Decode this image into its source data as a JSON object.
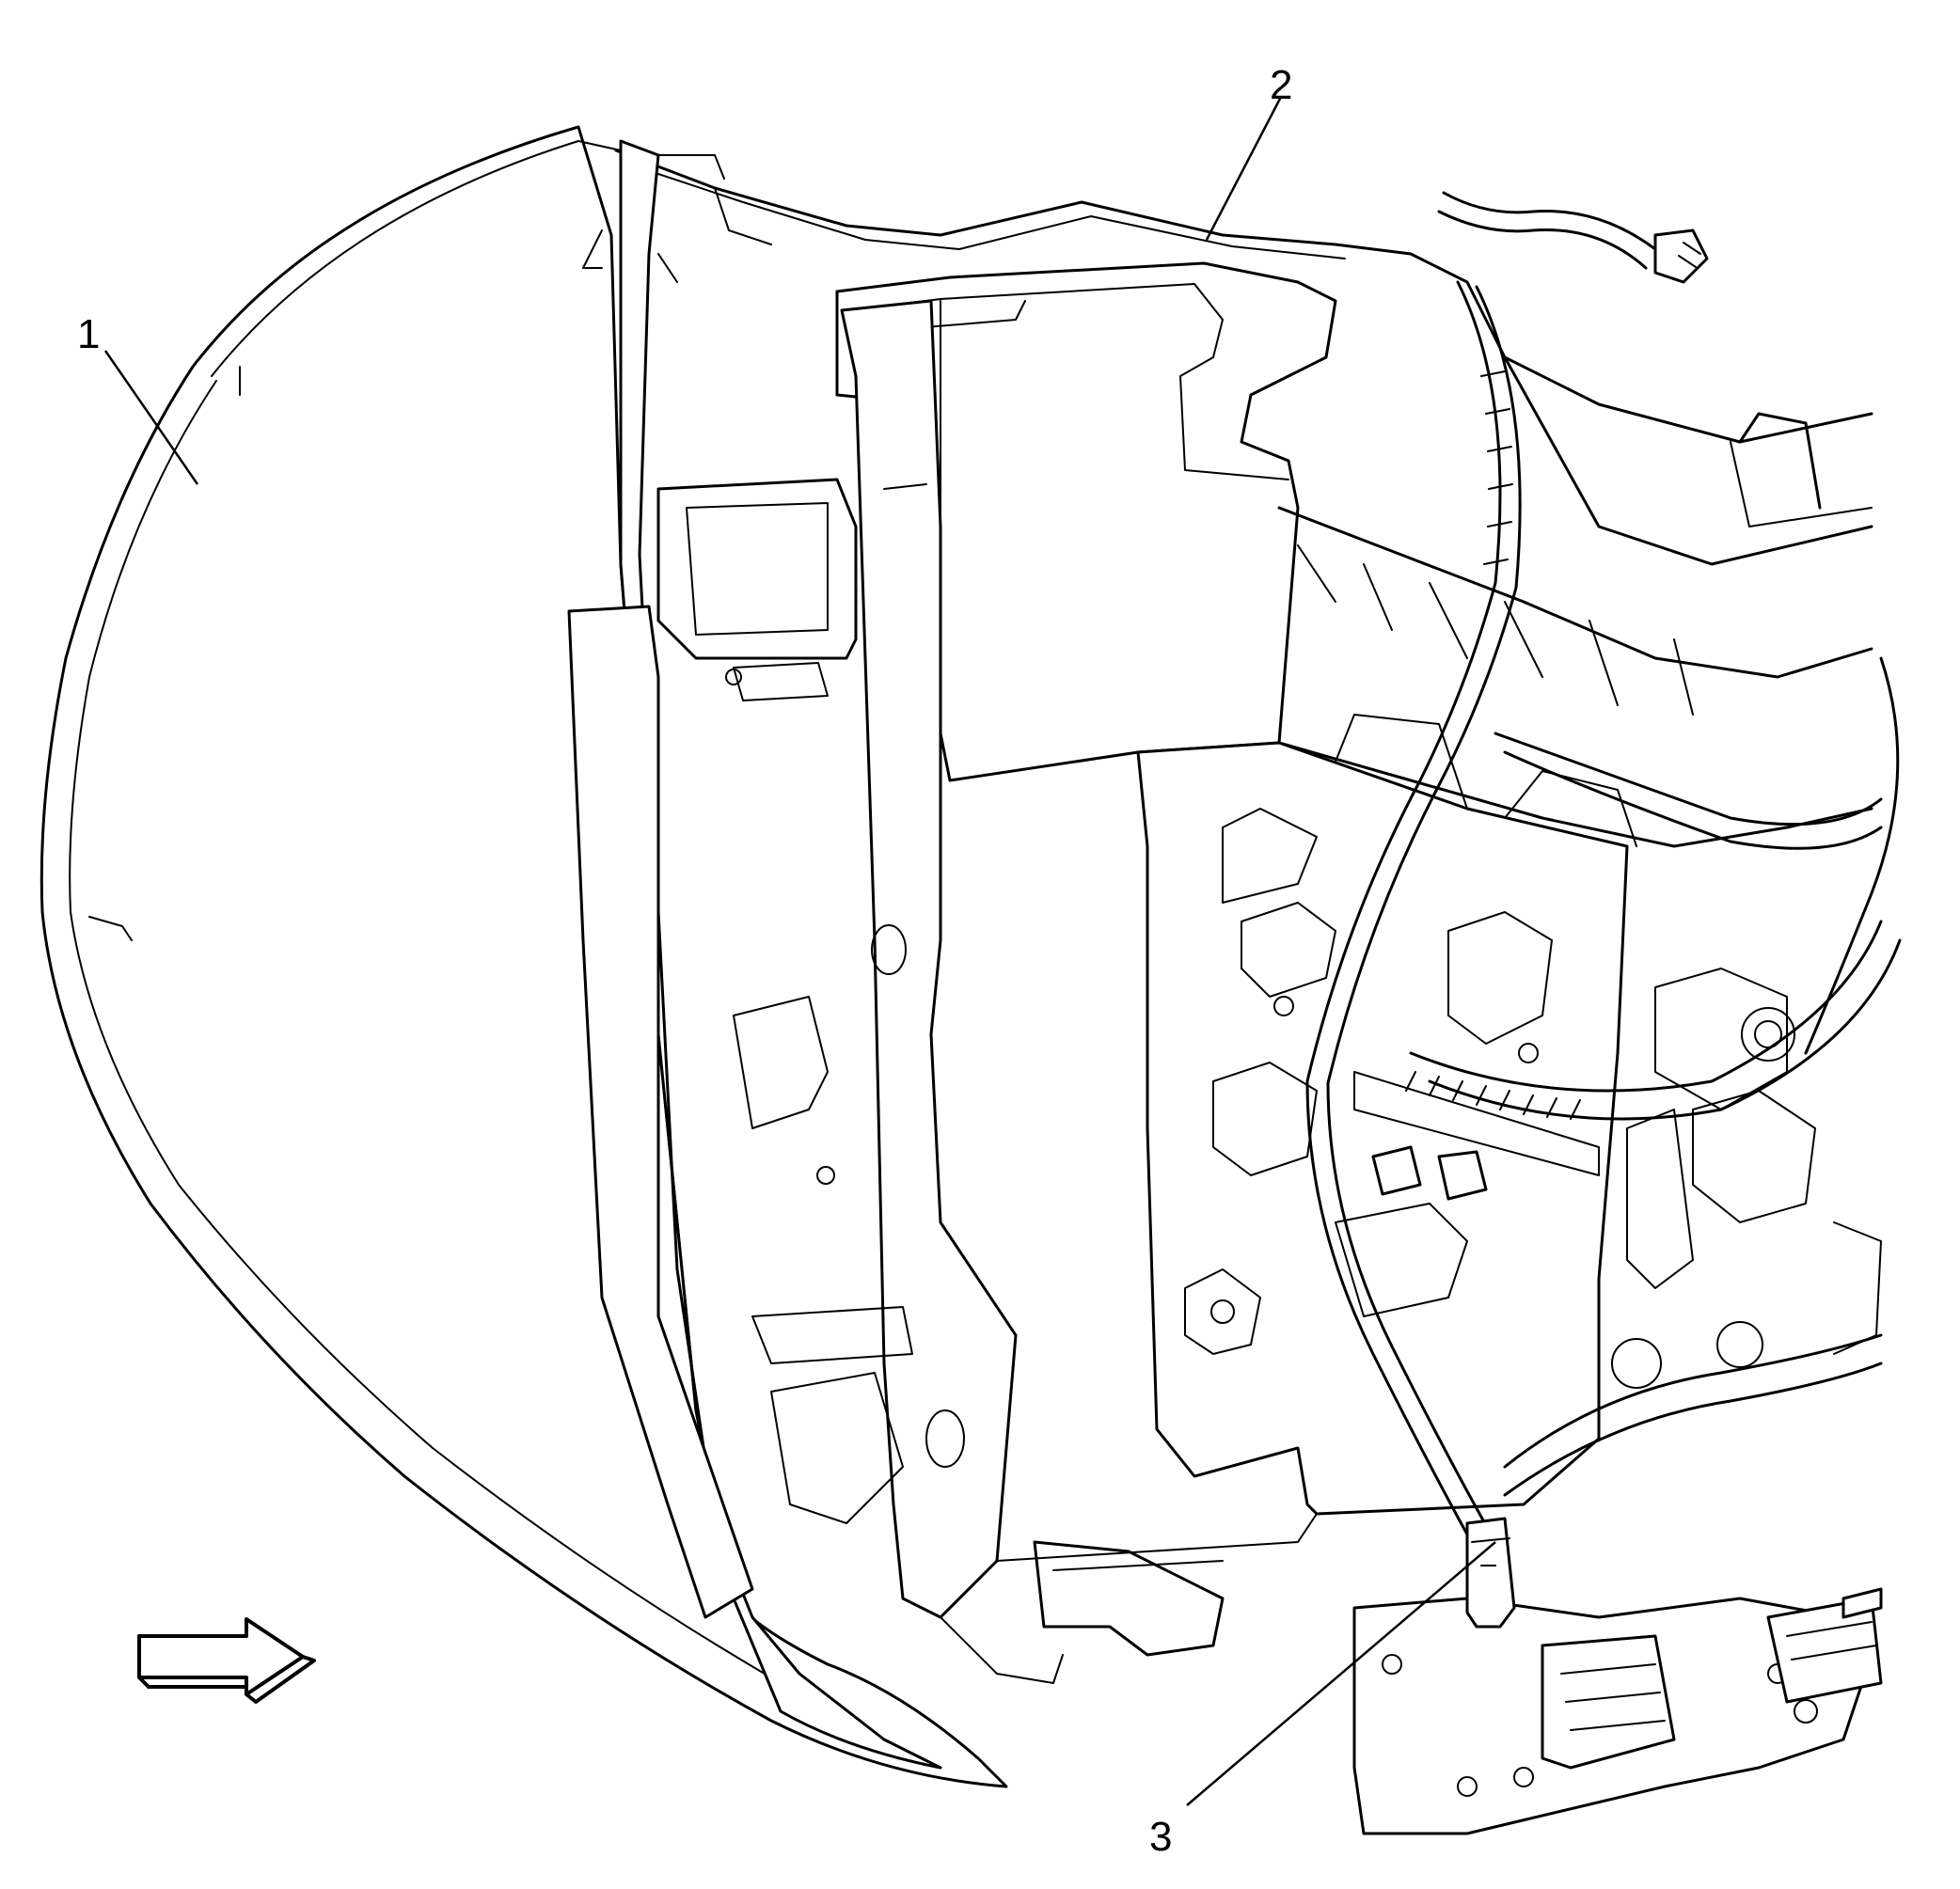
{
  "callouts": [
    {
      "id": "1",
      "label": "1"
    },
    {
      "id": "2",
      "label": "2"
    },
    {
      "id": "3",
      "label": "3"
    }
  ],
  "icons": {
    "direction_arrow": "arrow-right-icon"
  }
}
